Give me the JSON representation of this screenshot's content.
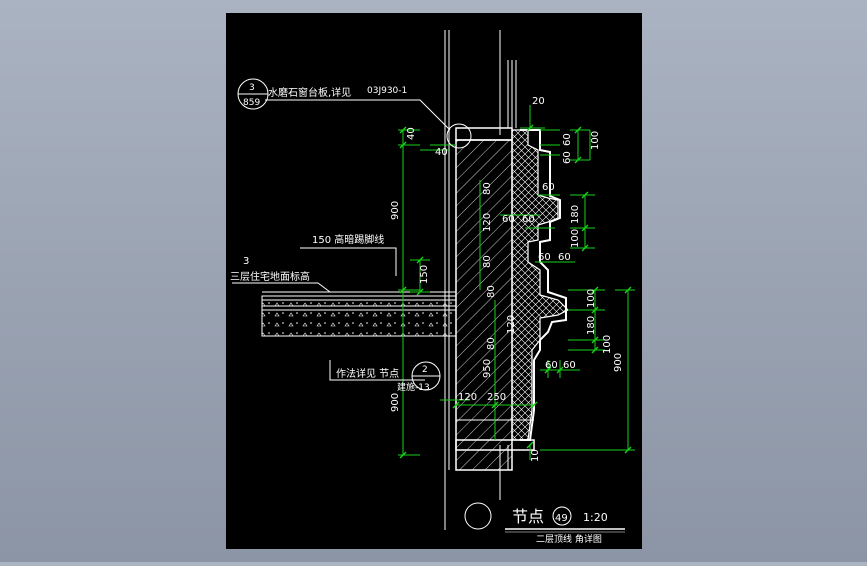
{
  "colors": {
    "canvas": "#000000",
    "dimension": "#18d018",
    "linework": "#ffffff",
    "background": "#9aa3b2"
  },
  "labels": {
    "ref1_top": "3",
    "ref1_bottom": "859",
    "ref1_text": "水磨石窗台板,详见",
    "ref1_code": "03J930-1",
    "baseboard": "150  高暗踢脚线",
    "floor_num": "3",
    "floor_level": "三层住宅地面标高",
    "detail_ref_text": "作法详见 节点",
    "ref2_top": "2",
    "ref2_bottom": "建施-13",
    "title_main": "节点",
    "title_num": "49",
    "title_scale": "1:20",
    "title_sub": "二层顶线 角详图"
  },
  "dimensions": {
    "d_40_top": "40",
    "d_40_side": "40",
    "d_900_upper": "900",
    "d_150": "150",
    "d_900_lower": "900",
    "d_120_bottom": "120",
    "d_250": "250",
    "d_20_top": "20",
    "d_10_bottom": "10",
    "d_60_a": "60",
    "d_60_b": "60",
    "d_100_a": "100",
    "d_60_c": "60",
    "d_180_a": "180",
    "d_100_b": "100",
    "d_60_d": "60",
    "d_60_e": "60",
    "d_60_f": "60",
    "d_60_g": "60",
    "d_100_c": "100",
    "d_180_b": "180",
    "d_100_d": "100",
    "d_60_h": "60",
    "d_60_i": "60",
    "d_900_right": "900",
    "d_80_a": "80",
    "d_120_a": "120",
    "d_80_b": "80",
    "d_80_c": "80",
    "d_120_b": "120",
    "d_80_d": "80",
    "d_950": "950"
  }
}
